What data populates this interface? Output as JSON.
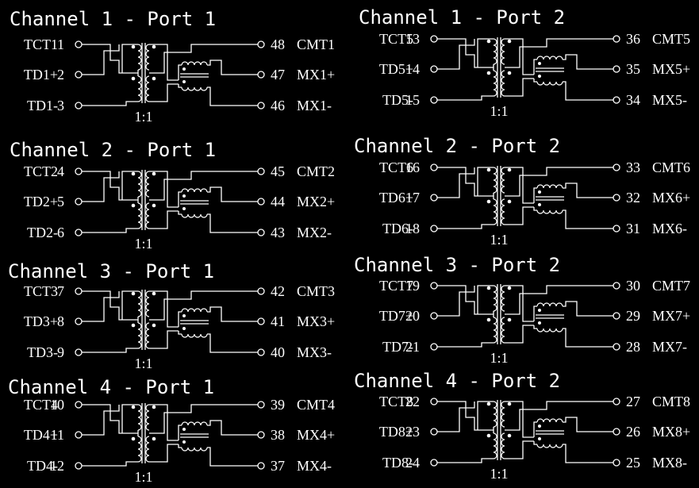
{
  "channels": [
    {
      "title": "Channel 1 - Port 1",
      "left": [
        {
          "name": "TCT1",
          "num": "1"
        },
        {
          "name": "TD1+",
          "num": "2"
        },
        {
          "name": "TD1-",
          "num": "3"
        }
      ],
      "right": [
        {
          "num": "48",
          "name": "CMT1"
        },
        {
          "num": "47",
          "name": "MX1+"
        },
        {
          "num": "46",
          "name": "MX1-"
        }
      ],
      "ratio": "1:1"
    },
    {
      "title": "Channel 1 - Port 2",
      "left": [
        {
          "name": "TCT5",
          "num": "13"
        },
        {
          "name": "TD5+",
          "num": "14"
        },
        {
          "name": "TD5-",
          "num": "15"
        }
      ],
      "right": [
        {
          "num": "36",
          "name": "CMT5"
        },
        {
          "num": "35",
          "name": "MX5+"
        },
        {
          "num": "34",
          "name": "MX5-"
        }
      ],
      "ratio": "1:1"
    },
    {
      "title": "Channel 2 - Port 1",
      "left": [
        {
          "name": "TCT2",
          "num": "4"
        },
        {
          "name": "TD2+",
          "num": "5"
        },
        {
          "name": "TD2-",
          "num": "6"
        }
      ],
      "right": [
        {
          "num": "45",
          "name": "CMT2"
        },
        {
          "num": "44",
          "name": "MX2+"
        },
        {
          "num": "43",
          "name": "MX2-"
        }
      ],
      "ratio": "1:1"
    },
    {
      "title": "Channel 2 - Port 2",
      "left": [
        {
          "name": "TCT6",
          "num": "16"
        },
        {
          "name": "TD6+",
          "num": "17"
        },
        {
          "name": "TD6-",
          "num": "18"
        }
      ],
      "right": [
        {
          "num": "33",
          "name": "CMT6"
        },
        {
          "num": "32",
          "name": "MX6+"
        },
        {
          "num": "31",
          "name": "MX6-"
        }
      ],
      "ratio": "1:1"
    },
    {
      "title": "Channel 3 - Port 1",
      "left": [
        {
          "name": "TCT3",
          "num": "7"
        },
        {
          "name": "TD3+",
          "num": "8"
        },
        {
          "name": "TD3-",
          "num": "9"
        }
      ],
      "right": [
        {
          "num": "42",
          "name": "CMT3"
        },
        {
          "num": "41",
          "name": "MX3+"
        },
        {
          "num": "40",
          "name": "MX3-"
        }
      ],
      "ratio": "1:1"
    },
    {
      "title": "Channel 3 - Port 2",
      "left": [
        {
          "name": "TCT7",
          "num": "19"
        },
        {
          "name": "TD7+",
          "num": "20"
        },
        {
          "name": "TD7-",
          "num": "21"
        }
      ],
      "right": [
        {
          "num": "30",
          "name": "CMT7"
        },
        {
          "num": "29",
          "name": "MX7+"
        },
        {
          "num": "28",
          "name": "MX7-"
        }
      ],
      "ratio": "1:1"
    },
    {
      "title": "Channel 4 - Port 1",
      "left": [
        {
          "name": "TCT4",
          "num": "10"
        },
        {
          "name": "TD4+",
          "num": "11"
        },
        {
          "name": "TD4-",
          "num": "12"
        }
      ],
      "right": [
        {
          "num": "39",
          "name": "CMT4"
        },
        {
          "num": "38",
          "name": "MX4+"
        },
        {
          "num": "37",
          "name": "MX4-"
        }
      ],
      "ratio": "1:1"
    },
    {
      "title": "Channel 4 - Port 2",
      "left": [
        {
          "name": "TCT8",
          "num": "22"
        },
        {
          "name": "TD8+",
          "num": "23"
        },
        {
          "name": "TD8-",
          "num": "24"
        }
      ],
      "right": [
        {
          "num": "27",
          "name": "CMT8"
        },
        {
          "num": "26",
          "name": "MX8+"
        },
        {
          "num": "25",
          "name": "MX8-"
        }
      ],
      "ratio": "1:1"
    }
  ]
}
